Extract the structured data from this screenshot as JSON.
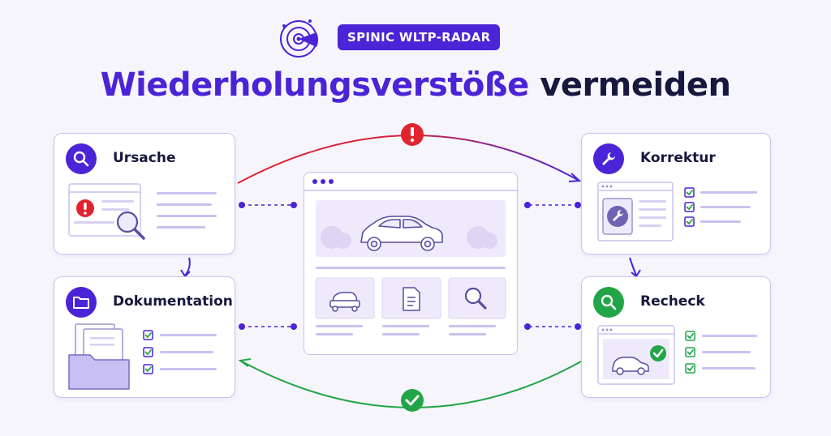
{
  "header": {
    "brand_label": "SPINIC WLTP-RADAR",
    "title_accent": "Wiederholungsverstöße",
    "title_rest": "vermeiden"
  },
  "cards": {
    "ursache": {
      "label": "Ursache",
      "icon": "search-icon"
    },
    "dokumentation": {
      "label": "Dokumentation",
      "icon": "folder-icon"
    },
    "korrektur": {
      "label": "Korrektur",
      "icon": "wrench-icon"
    },
    "recheck": {
      "label": "Recheck",
      "icon": "check-search-icon"
    }
  },
  "colors": {
    "accent": "#4a24d6",
    "dark": "#17183d",
    "warning": "#e0242d",
    "success": "#22a546",
    "border": "#c9c2ef"
  }
}
